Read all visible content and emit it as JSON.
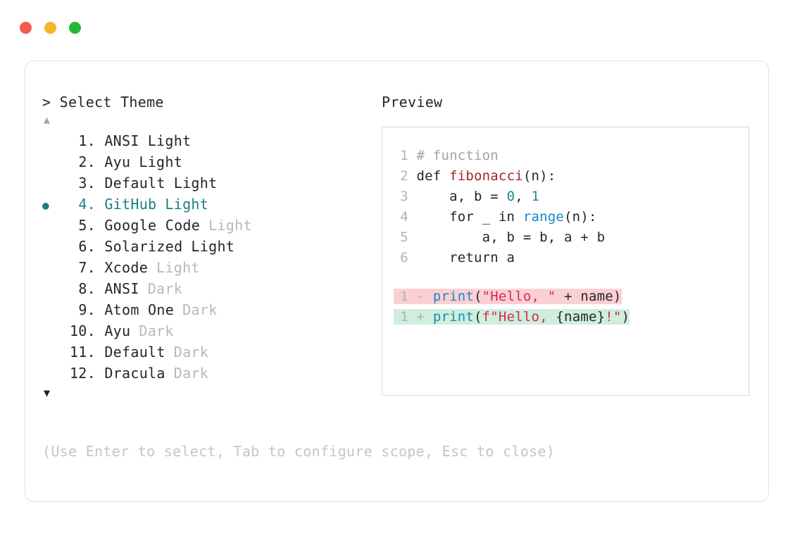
{
  "window": {
    "dots": [
      {
        "name": "close",
        "color": "#f25a52"
      },
      {
        "name": "minimize",
        "color": "#f5b526"
      },
      {
        "name": "maximize",
        "color": "#23b83a"
      }
    ]
  },
  "accent_color": "#17807f",
  "selector": {
    "prompt": "> Select Theme",
    "scroll_up_icon": "▲",
    "scroll_down_icon": "▼",
    "selected_index": 4,
    "bullet_icon": "●",
    "items": [
      {
        "num": "1.",
        "name": "ANSI",
        "mode": "Light",
        "mode_dim": false,
        "selected": false
      },
      {
        "num": "2.",
        "name": "Ayu",
        "mode": "Light",
        "mode_dim": false,
        "selected": false
      },
      {
        "num": "3.",
        "name": "Default",
        "mode": "Light",
        "mode_dim": false,
        "selected": false
      },
      {
        "num": "4.",
        "name": "GitHub",
        "mode": "Light",
        "mode_dim": false,
        "selected": true
      },
      {
        "num": "5.",
        "name": "Google Code",
        "mode": "Light",
        "mode_dim": true,
        "selected": false
      },
      {
        "num": "6.",
        "name": "Solarized",
        "mode": "Light",
        "mode_dim": false,
        "selected": false
      },
      {
        "num": "7.",
        "name": "Xcode",
        "mode": "Light",
        "mode_dim": true,
        "selected": false
      },
      {
        "num": "8.",
        "name": "ANSI",
        "mode": "Dark",
        "mode_dim": true,
        "selected": false
      },
      {
        "num": "9.",
        "name": "Atom One",
        "mode": "Dark",
        "mode_dim": true,
        "selected": false
      },
      {
        "num": "10.",
        "name": "Ayu",
        "mode": "Dark",
        "mode_dim": true,
        "selected": false
      },
      {
        "num": "11.",
        "name": "Default",
        "mode": "Dark",
        "mode_dim": true,
        "selected": false
      },
      {
        "num": "12.",
        "name": "Dracula",
        "mode": "Dark",
        "mode_dim": true,
        "selected": false
      }
    ]
  },
  "footer": {
    "hint": "(Use Enter to select, Tab to configure scope, Esc to close)"
  },
  "preview": {
    "label": "Preview",
    "code_lines": [
      {
        "ln": "1",
        "tokens": [
          {
            "t": "# function",
            "c": "comment"
          }
        ]
      },
      {
        "ln": "2",
        "tokens": [
          {
            "t": "def ",
            "c": "keyword"
          },
          {
            "t": "fibonacci",
            "c": "func"
          },
          {
            "t": "(n):",
            "c": "plain"
          }
        ]
      },
      {
        "ln": "3",
        "tokens": [
          {
            "t": "    a, b = ",
            "c": "plain"
          },
          {
            "t": "0",
            "c": "num"
          },
          {
            "t": ", ",
            "c": "plain"
          },
          {
            "t": "1",
            "c": "num"
          }
        ]
      },
      {
        "ln": "4",
        "tokens": [
          {
            "t": "    for _ in ",
            "c": "plain"
          },
          {
            "t": "range",
            "c": "builtin"
          },
          {
            "t": "(n):",
            "c": "plain"
          }
        ]
      },
      {
        "ln": "5",
        "tokens": [
          {
            "t": "        a, b = b, a + b",
            "c": "plain"
          }
        ]
      },
      {
        "ln": "6",
        "tokens": [
          {
            "t": "    return a",
            "c": "plain"
          }
        ]
      }
    ],
    "diff_lines": [
      {
        "ln": "1",
        "mark": "-",
        "kind": "del",
        "tokens": [
          {
            "t": "print",
            "c": "builtin"
          },
          {
            "t": "(",
            "c": "plain"
          },
          {
            "t": "\"Hello, \"",
            "c": "string"
          },
          {
            "t": " + name)",
            "c": "plain"
          }
        ]
      },
      {
        "ln": "1",
        "mark": "+",
        "kind": "add",
        "tokens": [
          {
            "t": "print",
            "c": "builtin"
          },
          {
            "t": "(",
            "c": "plain"
          },
          {
            "t": "f\"Hello, ",
            "c": "string"
          },
          {
            "t": "{name}",
            "c": "plain"
          },
          {
            "t": "!\"",
            "c": "string"
          },
          {
            "t": ")",
            "c": "plain"
          }
        ]
      }
    ]
  }
}
